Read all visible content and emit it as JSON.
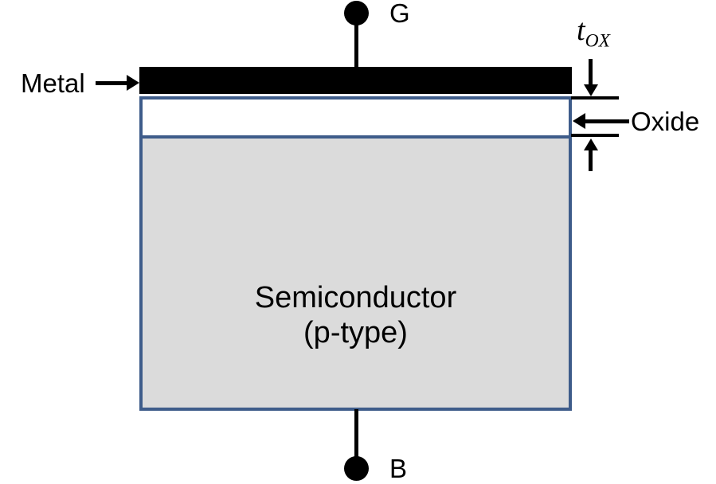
{
  "diagram": {
    "terminals": {
      "gate_label": "G",
      "body_label": "B"
    },
    "layers": {
      "metal_label": "Metal",
      "oxide_label": "Oxide",
      "semiconductor_line1": "Semiconductor",
      "semiconductor_line2": "(p-type)"
    },
    "dimension": {
      "tox_symbol": "t",
      "tox_subscript": "OX"
    },
    "colors": {
      "metal_fill": "#000000",
      "oxide_fill": "#FFFFFF",
      "semiconductor_fill": "#DBDBDB",
      "border_blue": "#3E5C8A",
      "line_black": "#000000",
      "background": "#FFFFFF"
    }
  }
}
